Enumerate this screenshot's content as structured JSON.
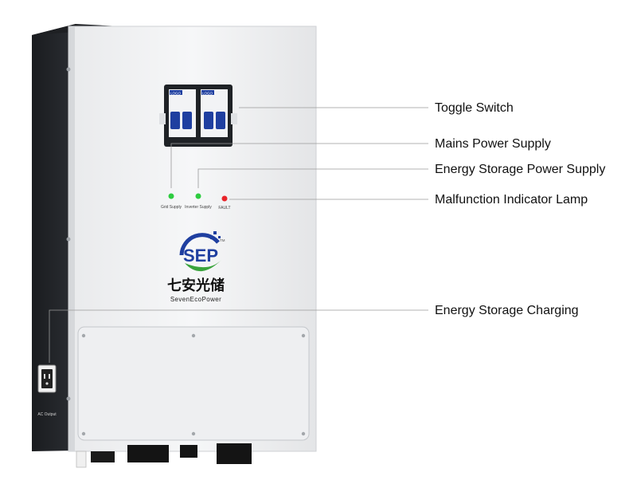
{
  "callouts": {
    "toggle_switch": "Toggle Switch",
    "mains_power": "Mains Power Supply",
    "energy_storage_power": "Energy Storage Power Supply",
    "malfunction_lamp": "Malfunction Indicator Lamp",
    "energy_storage_charging": "Energy Storage Charging"
  },
  "panel": {
    "grid_supply": "Grid Supply",
    "inverter_supply": "Inverter Supply",
    "fault": "FAULT",
    "breaker_logo": "LOGO",
    "ac_output": "AC Output"
  },
  "brand": {
    "logo_letters": "SEP",
    "tm": "TM",
    "chinese_name": "七安光储",
    "english_name": "SevenEcoPower"
  },
  "colors": {
    "indicator_green": "#2ecc40",
    "indicator_red": "#e8242a",
    "logo_blue": "#1f3fa0",
    "logo_green": "#3aa43c"
  }
}
